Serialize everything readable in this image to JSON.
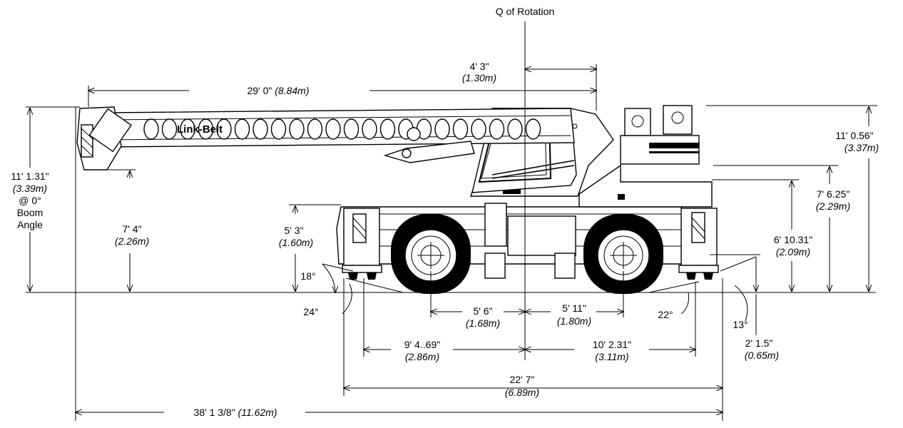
{
  "title": "Q of Rotation",
  "brand": "Link-Belt",
  "dimensions": [
    {
      "id": "rot_offset",
      "imperial": "4' 3\"",
      "metric": "(1.30m)"
    },
    {
      "id": "boom_length",
      "imperial": "29' 0\"",
      "metric": "(8.84m)"
    },
    {
      "id": "overall_height",
      "imperial": "11' 0.56\"",
      "metric": "(3.37m)"
    },
    {
      "id": "boom_height",
      "imperial": "11' 1.31\"",
      "metric": "(3.39m)",
      "note": [
        "@ 0°",
        "Boom",
        "Angle"
      ]
    },
    {
      "id": "boom_pivot_height",
      "imperial": "7' 4\"",
      "metric": "(2.26m)"
    },
    {
      "id": "outrigger_height",
      "imperial": "5' 3\"",
      "metric": "(1.60m)"
    },
    {
      "id": "cab_height",
      "imperial": "7' 6.25\"",
      "metric": "(2.29m)"
    },
    {
      "id": "deck_height",
      "imperial": "6' 10.31\"",
      "metric": "(2.09m)"
    },
    {
      "id": "front_axle",
      "imperial": "5' 6\"",
      "metric": "(1.68m)"
    },
    {
      "id": "rear_axle",
      "imperial": "5' 11\"",
      "metric": "(1.80m)"
    },
    {
      "id": "front_outrigger",
      "imperial": "9' 4..69\"",
      "metric": "(2.86m)"
    },
    {
      "id": "rear_outrigger",
      "imperial": "10' 2.31\"",
      "metric": "(3.11m)"
    },
    {
      "id": "ground_clear",
      "imperial": "2' 1.5\"",
      "metric": "(0.65m)"
    },
    {
      "id": "overall_width",
      "imperial": "22' 7\"",
      "metric": "(6.89m)"
    },
    {
      "id": "overall_length",
      "imperial": "38' 1 3/8\"",
      "metric": "(11.62m)"
    }
  ],
  "angles": [
    "18°",
    "24°",
    "22°",
    "13°"
  ]
}
